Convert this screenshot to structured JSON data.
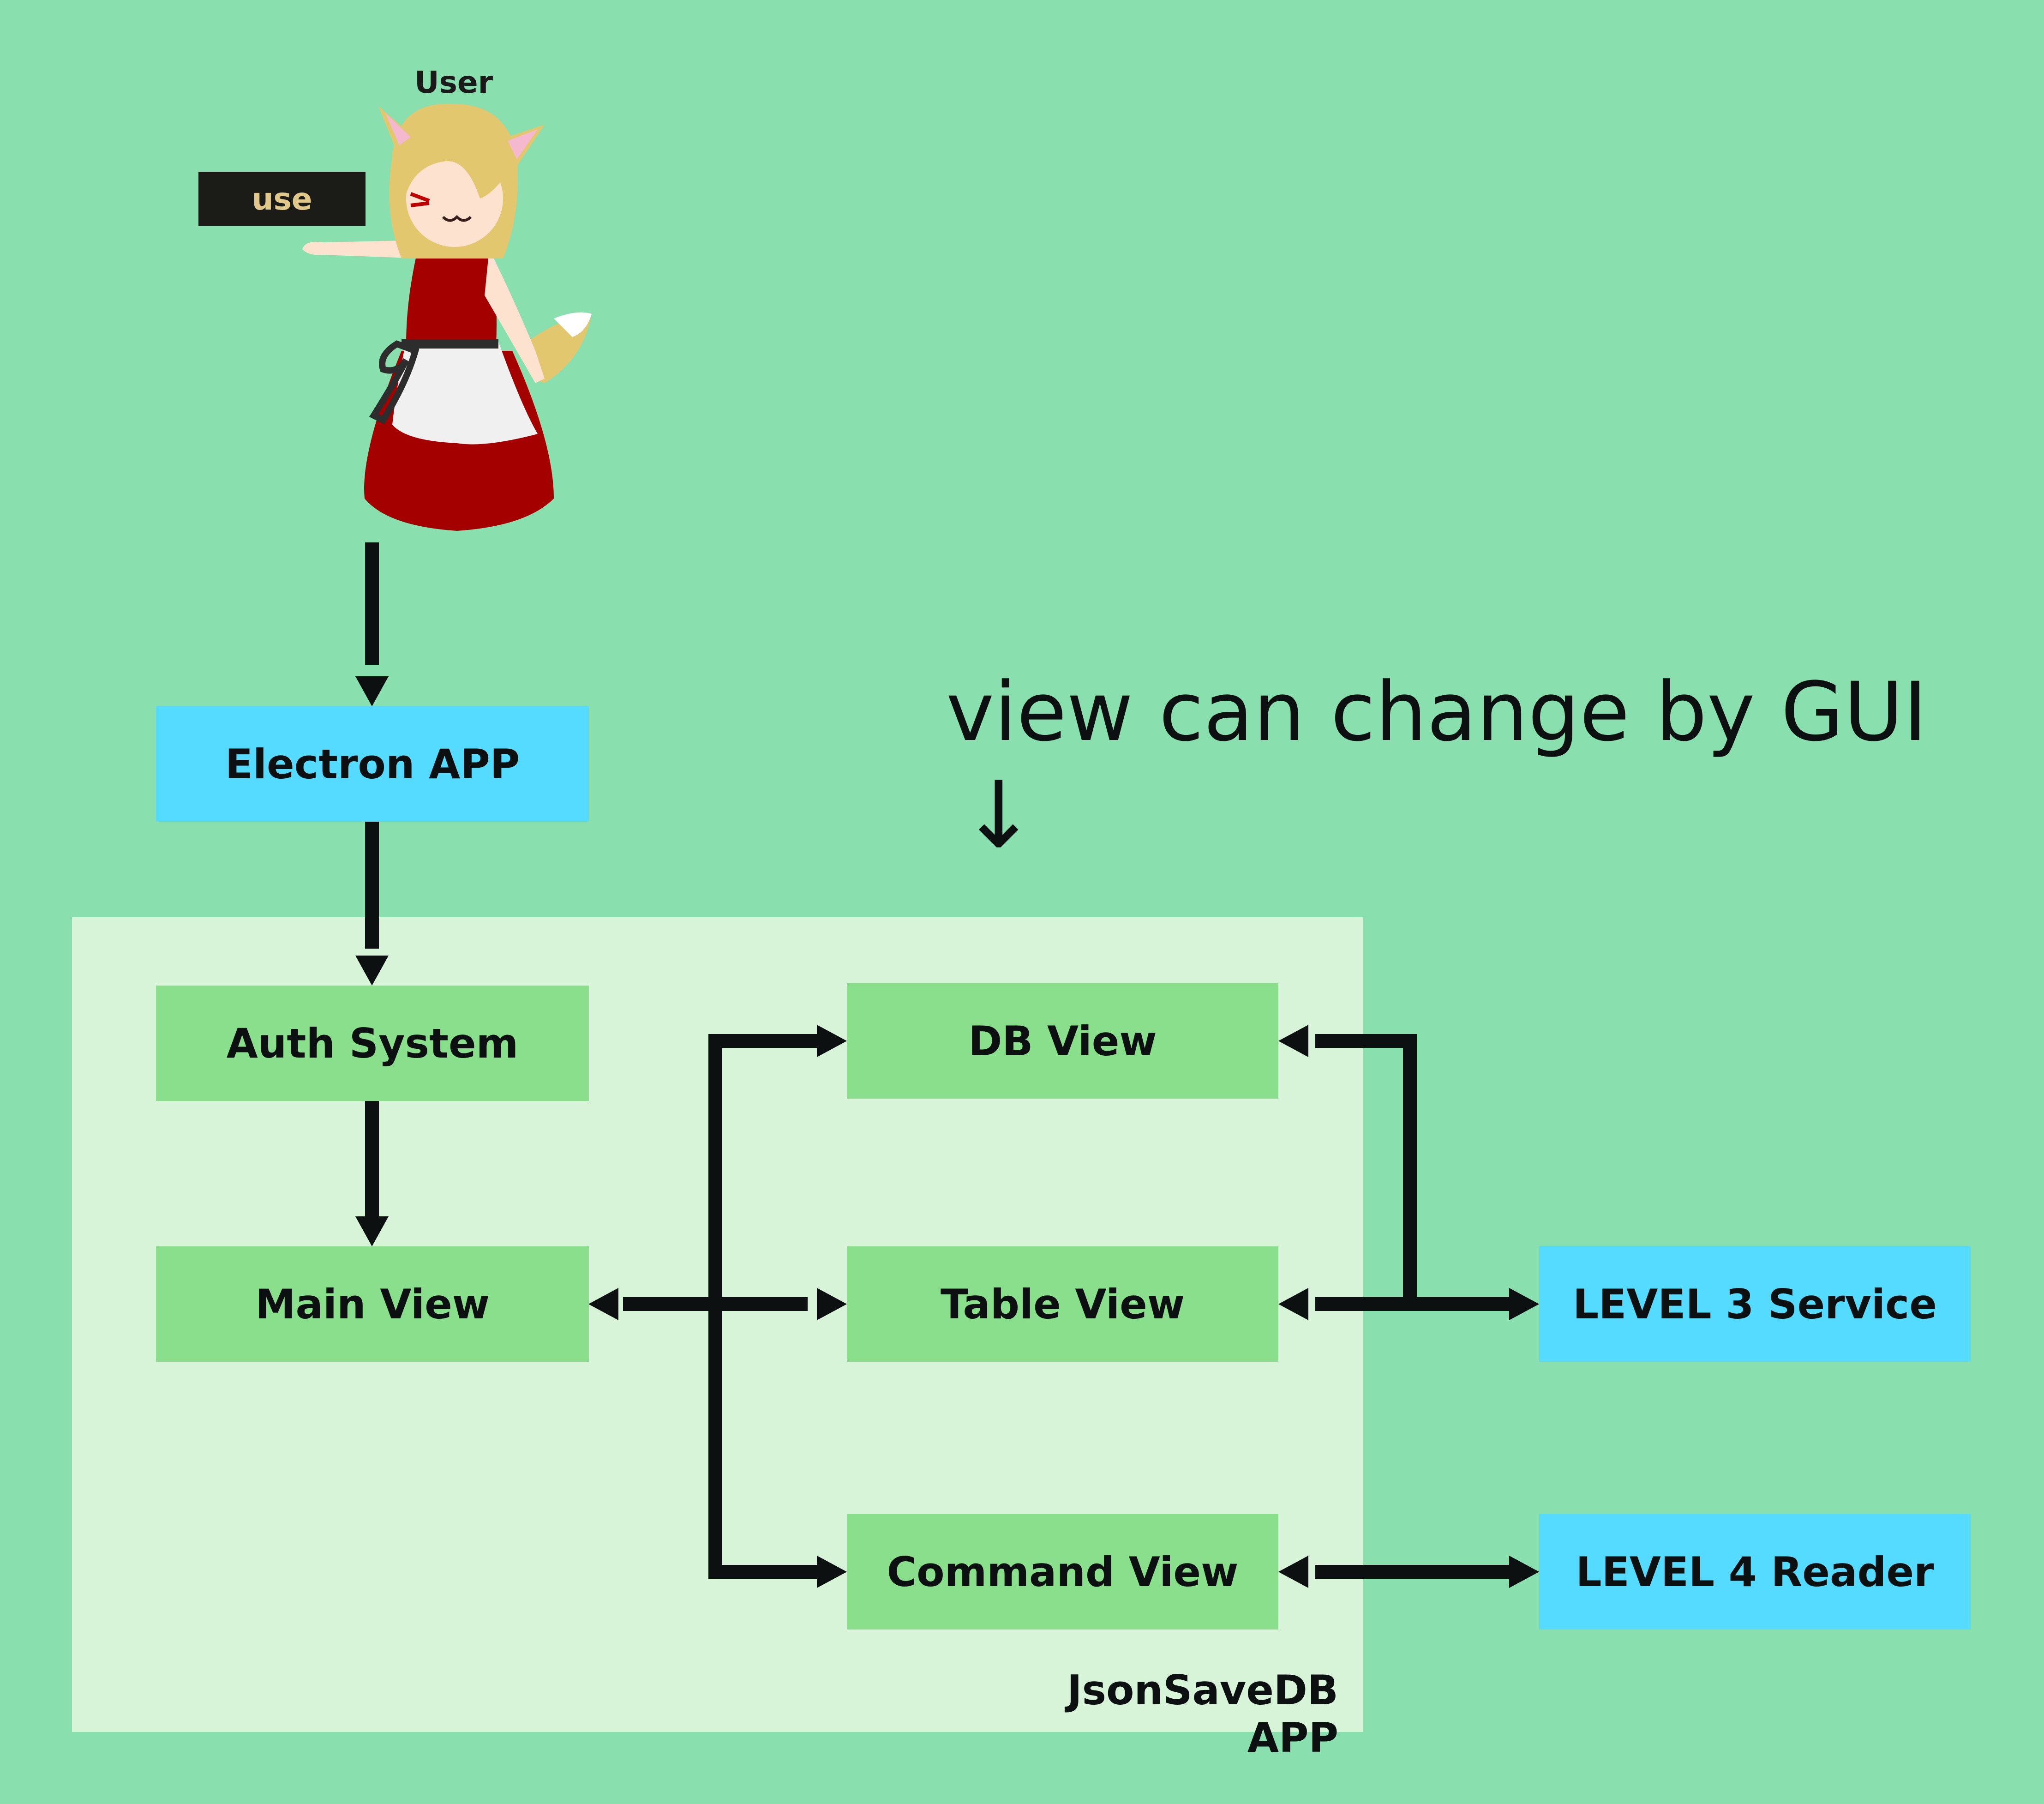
{
  "user": {
    "label": "User",
    "action": "use"
  },
  "headline": {
    "text": "view can change by GUI",
    "arrow": "↓"
  },
  "app_container": {
    "label": "JsonSaveDB APP"
  },
  "nodes": {
    "electron_app": "Electron APP",
    "auth_system": "Auth System",
    "main_view": "Main View",
    "db_view": "DB View",
    "table_view": "Table View",
    "command_view": "Command View",
    "level3_service": "LEVEL 3 Service",
    "level4_reader": "LEVEL 4 Reader"
  },
  "colors": {
    "background": "#89dfad",
    "app_container": "#d7f4d9",
    "internal_node": "#89df8c",
    "external_node": "#55dbff",
    "arrow": "#0d1010"
  }
}
